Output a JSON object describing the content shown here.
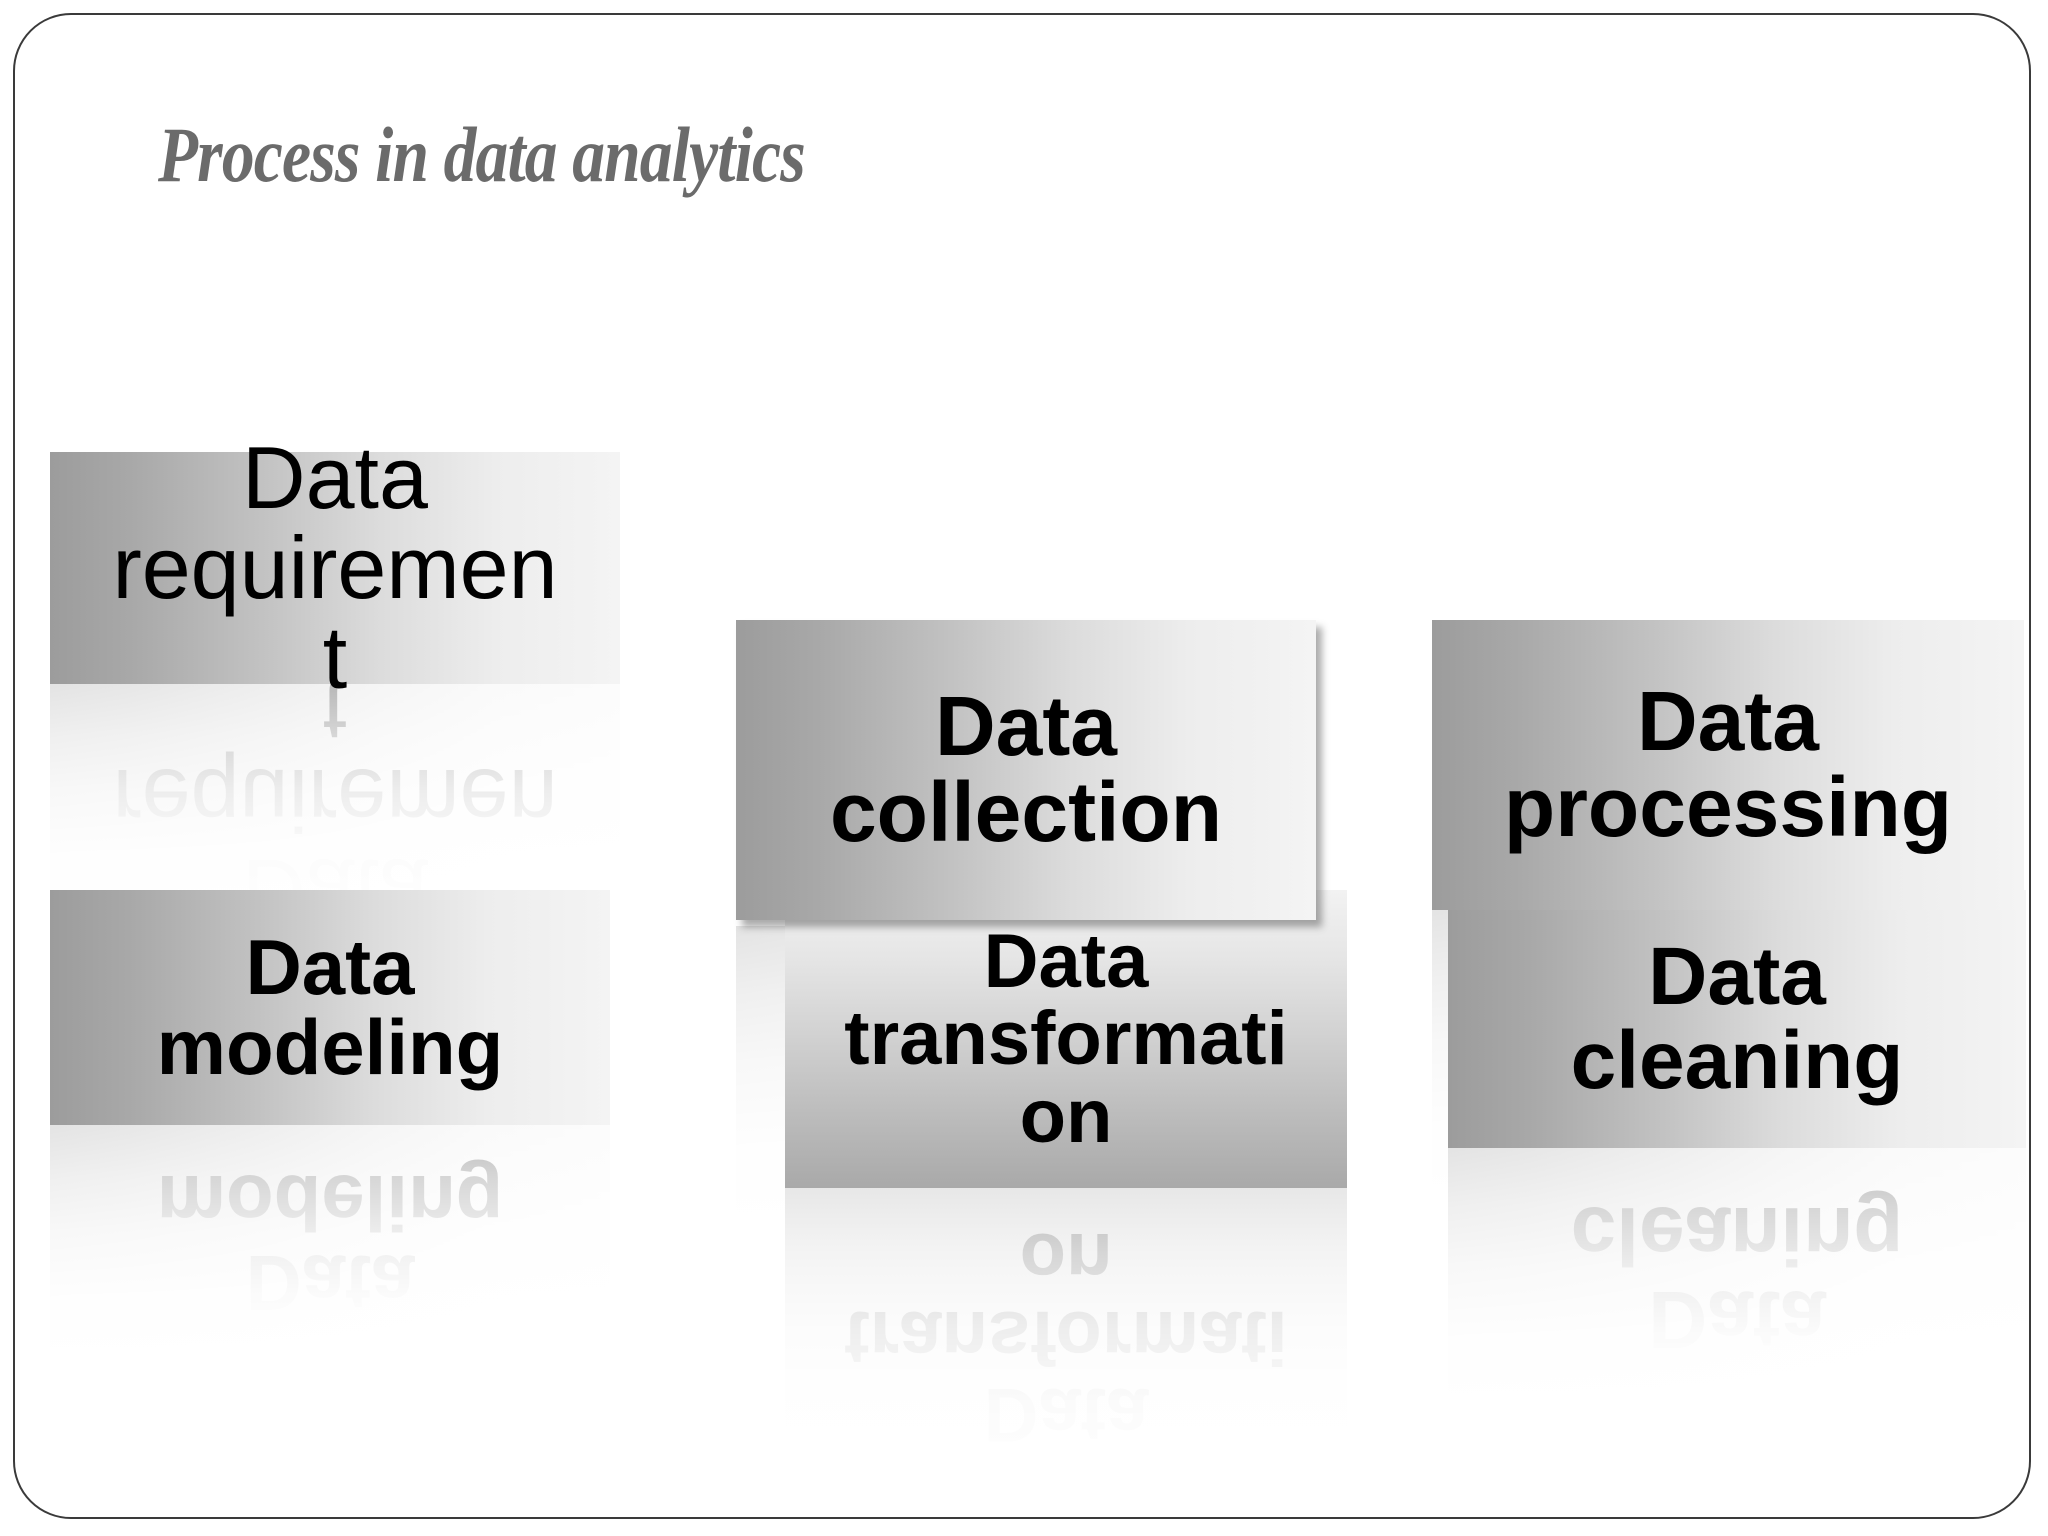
{
  "slide": {
    "title": "Process in data analytics",
    "background_color": "#ffffff",
    "border_color": "#3a3a3a",
    "title_color": "#6b6b6b",
    "box_text_color": "#000000",
    "box_gradient_dark": "#9c9c9c",
    "box_gradient_light": "#f4f4f4"
  },
  "boxes": [
    {
      "id": "data-requirement",
      "label": "Data\nrequiremen\nt",
      "plain_label": "Data requirement",
      "row": 1,
      "column": 1,
      "gradient": "horizontal",
      "elevated": false,
      "has_reflection": true
    },
    {
      "id": "data-collection",
      "label": "Data\ncollection",
      "plain_label": "Data collection",
      "row": 1,
      "column": 2,
      "gradient": "horizontal",
      "elevated": true,
      "has_reflection": true
    },
    {
      "id": "data-processing",
      "label": "Data\nprocessing",
      "plain_label": "Data processing",
      "row": 1,
      "column": 3,
      "gradient": "horizontal",
      "elevated": false,
      "has_reflection": true
    },
    {
      "id": "data-modeling",
      "label": "Data\nmodeling",
      "plain_label": "Data modeling",
      "row": 2,
      "column": 1,
      "gradient": "horizontal",
      "elevated": false,
      "has_reflection": true
    },
    {
      "id": "data-transformation",
      "label": "Data\ntransformati\non",
      "plain_label": "Data transformation",
      "row": 2,
      "column": 2,
      "gradient": "vertical",
      "elevated": false,
      "has_reflection": true
    },
    {
      "id": "data-cleaning",
      "label": "Data\ncleaning",
      "plain_label": "Data cleaning",
      "row": 2,
      "column": 3,
      "gradient": "horizontal",
      "elevated": false,
      "has_reflection": true
    }
  ]
}
